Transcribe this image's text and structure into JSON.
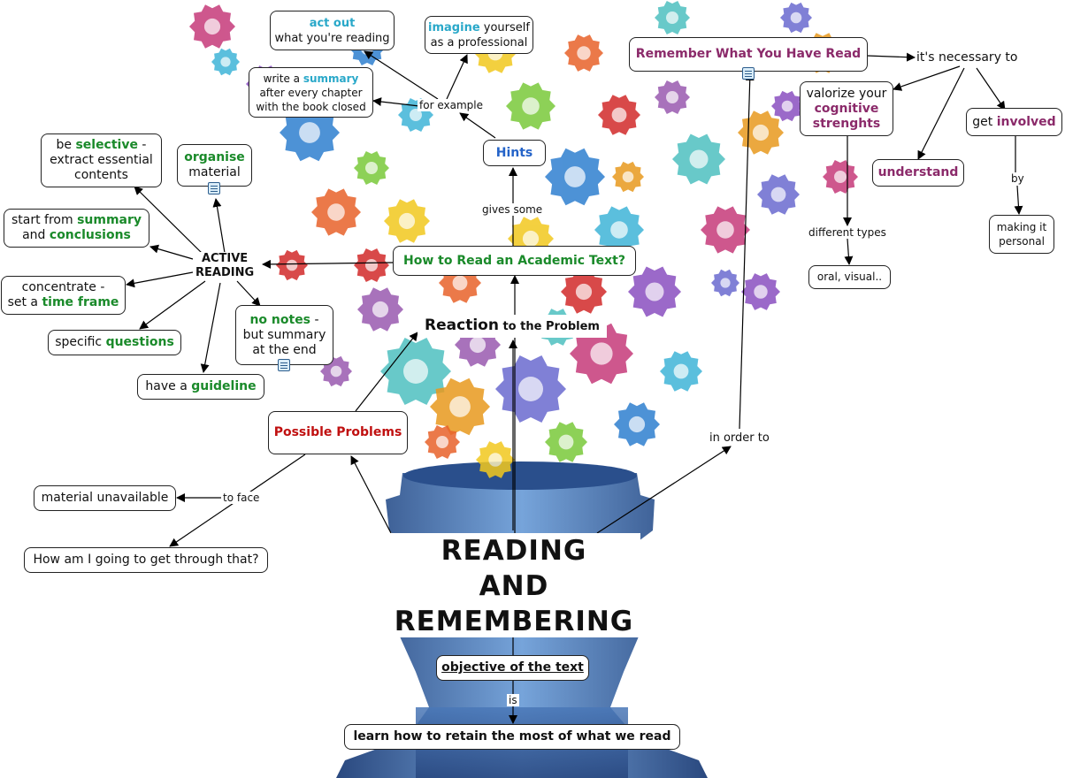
{
  "colors": {
    "green": "#1a8a2a",
    "cyan": "#29a8c9",
    "purple": "#8b2a6a",
    "red": "#c01010",
    "blue": "#2463c8",
    "head": "#4a78b8"
  },
  "central": {
    "line1": "READING",
    "line2": "AND",
    "line3": "REMEMBERING"
  },
  "nodes": {
    "act_out": {
      "highlight": "act out",
      "rest": "what you're reading"
    },
    "imagine": {
      "highlight": "imagine",
      "rest1": " yourself",
      "rest2": "as a professional"
    },
    "summary_chapter": {
      "pre": "write a ",
      "highlight": "summary",
      "line2": "after every chapter",
      "line3": "with the book closed"
    },
    "remember": {
      "text": "Remember What You Have Read"
    },
    "valorize": {
      "line1": "valorize your",
      "highlight1": "cognitive",
      "highlight2": "strenghts"
    },
    "get_involved": {
      "pre": "get ",
      "highlight": "involved"
    },
    "understand": {
      "text": "understand"
    },
    "making_personal": {
      "line1": "making it",
      "line2": "personal"
    },
    "oral_visual": {
      "text": "oral, visual.."
    },
    "hints": {
      "text": "Hints"
    },
    "how_to_read": {
      "text": "How to Read an Academic Text?"
    },
    "selective": {
      "pre": "be ",
      "highlight": "selective",
      "post": " -",
      "line2": "extract essential",
      "line3": "contents"
    },
    "organise": {
      "highlight": "organise",
      "line2": "material"
    },
    "start_from": {
      "pre": "start from ",
      "highlight1": "summary",
      "and": "and ",
      "highlight2": "conclusions"
    },
    "concentrate": {
      "line1": "concentrate -",
      "pre": "set a ",
      "highlight": "time frame"
    },
    "specific_questions": {
      "pre": "specific ",
      "highlight": "questions"
    },
    "guideline": {
      "pre": "have a ",
      "highlight": "guideline"
    },
    "no_notes": {
      "highlight": "no notes",
      "post": " -",
      "line2": "but summary",
      "line3": "at the end"
    },
    "reaction": {
      "big": "Reaction",
      "small": " to the Problem"
    },
    "possible_problems": {
      "text": "Possible Problems"
    },
    "material_unavailable": {
      "text": "material unavailable"
    },
    "get_through": {
      "text": "How am I going to get through that?"
    },
    "objective": {
      "text": "objective of the text"
    },
    "learn_retain": {
      "text": "learn how to retain the most of what we read"
    },
    "active_reading": {
      "line1": "ACTIVE",
      "line2": "READING"
    }
  },
  "labels": {
    "for_example": "for example",
    "its_necessary": "it's necessary to",
    "different_types": "different types",
    "by": "by",
    "gives_some": "gives some",
    "in_order_to": "in order to",
    "to_face": "to face",
    "is": "is"
  }
}
